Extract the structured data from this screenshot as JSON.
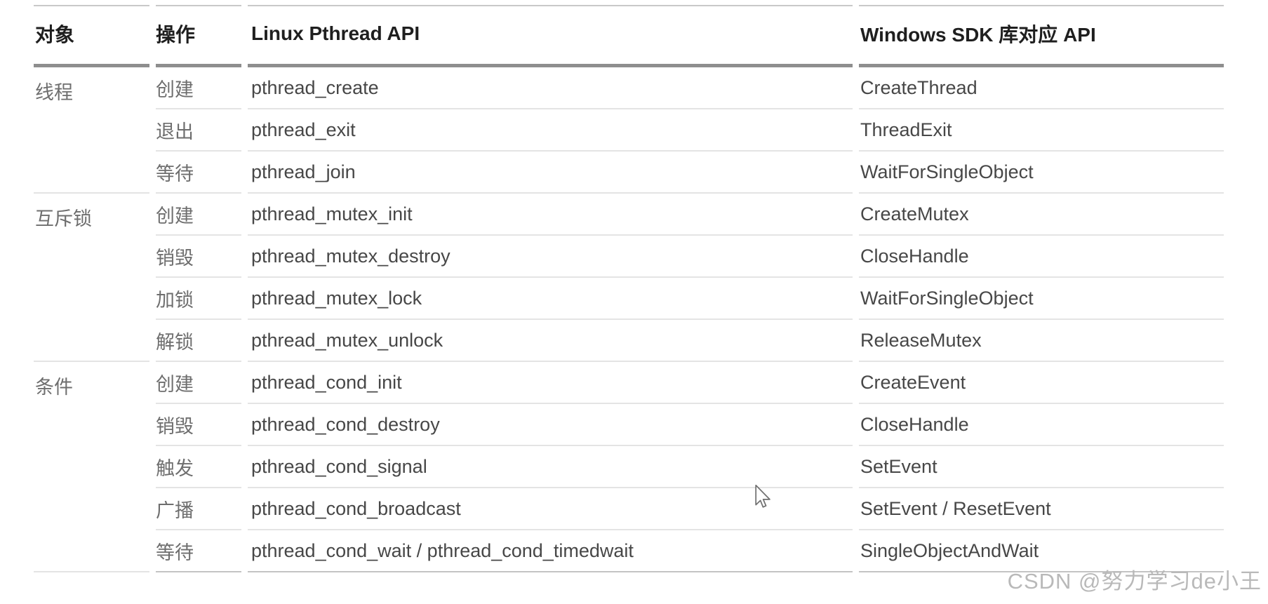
{
  "table": {
    "headers": [
      {
        "label": "对象"
      },
      {
        "label": "操作"
      },
      {
        "label": "Linux Pthread API"
      },
      {
        "label": "Windows SDK 库对应 API"
      }
    ],
    "groups": [
      {
        "object": "线程",
        "rows": [
          {
            "operation": "创建",
            "linux_api": "pthread_create",
            "windows_api": "CreateThread"
          },
          {
            "operation": "退出",
            "linux_api": "pthread_exit",
            "windows_api": "ThreadExit"
          },
          {
            "operation": "等待",
            "linux_api": "pthread_join",
            "windows_api": "WaitForSingleObject"
          }
        ]
      },
      {
        "object": "互斥锁",
        "rows": [
          {
            "operation": "创建",
            "linux_api": "pthread_mutex_init",
            "windows_api": "CreateMutex"
          },
          {
            "operation": "销毁",
            "linux_api": "pthread_mutex_destroy",
            "windows_api": "CloseHandle"
          },
          {
            "operation": "加锁",
            "linux_api": "pthread_mutex_lock",
            "windows_api": "WaitForSingleObject"
          },
          {
            "operation": "解锁",
            "linux_api": "pthread_mutex_unlock",
            "windows_api": "ReleaseMutex"
          }
        ]
      },
      {
        "object": "条件",
        "rows": [
          {
            "operation": "创建",
            "linux_api": "pthread_cond_init",
            "windows_api": "CreateEvent"
          },
          {
            "operation": "销毁",
            "linux_api": "pthread_cond_destroy",
            "windows_api": "CloseHandle"
          },
          {
            "operation": "触发",
            "linux_api": "pthread_cond_signal",
            "windows_api": "SetEvent"
          },
          {
            "operation": "广播",
            "linux_api": "pthread_cond_broadcast",
            "windows_api": "SetEvent / ResetEvent"
          },
          {
            "operation": "等待",
            "linux_api": "pthread_cond_wait / pthread_cond_timedwait",
            "windows_api": "SingleObjectAndWait"
          }
        ]
      }
    ]
  },
  "watermark": {
    "text": "CSDN @努力学习de小王"
  },
  "colors": {
    "header_text": "#1f1f1f",
    "body_text": "#474747",
    "chinese_label_text": "#6e6e6e",
    "header_rule": "#8e8e8e",
    "row_rule": "#e4e4e4",
    "outer_rule": "#c9c9c9",
    "watermark": "#b9b9b9"
  }
}
